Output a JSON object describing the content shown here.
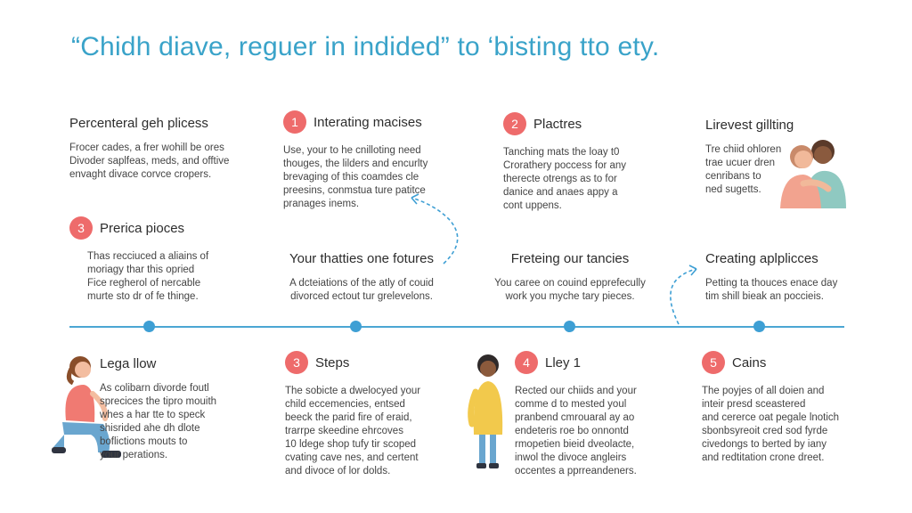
{
  "title": "“Chidh diave, reguer in indided” to ‘bisting tto ety.",
  "top_row": [
    {
      "badge": "",
      "heading": "Percenteral geh plicess",
      "lines": [
        "Frocer cades, a frer wohill be ores",
        "Divoder saplfeas, meds, and offtive",
        "envaght divace corvce cropers."
      ]
    },
    {
      "badge": "1",
      "heading": "Interating macises",
      "lines": [
        "Use, your to he cnilloting need",
        "thouges, the lilders and encurlty",
        "brevaging of this coamdes cle",
        "preesins, conmstua ture patitce",
        "pranages inems."
      ]
    },
    {
      "badge": "2",
      "heading": "Plactres",
      "lines": [
        "Tanching mats the loay t0",
        "Crorathery poccess for any",
        "therecte otrengs as to for",
        "danice and anaes appy a",
        "cont uppens."
      ]
    },
    {
      "badge": "",
      "heading": "Lirevest gillting",
      "lines": [
        "Tre chiid ohloren",
        "trae ucuer dren",
        "cenribans to",
        "ned sugetts."
      ]
    }
  ],
  "mid_row": [
    {
      "badge": "3",
      "heading": "Prerica pioces",
      "lines": [
        "Thas recciuced a aliains of",
        "moriagy thar this opried",
        "Fice regherol of nercable",
        "murte sto dr of fe thinge."
      ]
    },
    {
      "badge": "",
      "heading": "Your thatties one fotures",
      "lines": [
        "A dcteiations of the atly of couid",
        "divorced ectout tur grelevelons."
      ]
    },
    {
      "badge": "",
      "heading": "Freteing our tancies",
      "lines": [
        "You caree on couind epprefecully",
        "work you myche tary pieces."
      ]
    },
    {
      "badge": "",
      "heading": "Creating aplplicces",
      "lines": [
        "Petting ta thouces enace day",
        "tim shill bieak an poccieis."
      ]
    }
  ],
  "bottom_row": [
    {
      "badge": "",
      "heading": "Lega llow",
      "lines": [
        "As colibarn divorde foutl",
        "sprecices the tipro mouith",
        "whes a har tte to speck",
        "shisrided ahe dh dlote",
        "boflictions mouts to",
        "your perations."
      ]
    },
    {
      "badge": "3",
      "heading": "Steps",
      "lines": [
        "The sobicte a dwelocyed your",
        "child eccemencies, entsed",
        "beeck the parid fire of eraid,",
        "trarrpe skeedine ehrcoves",
        "10 ldege shop tufy tir scoped",
        "cvating cave nes, and certent",
        "and divoce of lor dolds."
      ]
    },
    {
      "badge": "4",
      "heading": "Lley 1",
      "lines": [
        "Rected our chiids and your",
        "comme d to mested youl",
        "pranbend cmrouaral ay ao",
        "endeteris roe bo onnontd",
        "rmopetien bieid dveolacte,",
        "inwol the divoce angleirs",
        "occentes a pprreandeners."
      ]
    },
    {
      "badge": "5",
      "heading": "Cains",
      "lines": [
        "The poyjes of all doien and",
        "inteir presd sceastered",
        "and cererce oat pegale lnotich",
        "sbonbsyreoit cred sod fyrde",
        "civedongs to berted by iany",
        "and redtitation crone dreet."
      ]
    }
  ],
  "colors": {
    "accent": "#3aa3c9",
    "badge": "#ee6b6b",
    "timeline": "#4ba6d3"
  }
}
